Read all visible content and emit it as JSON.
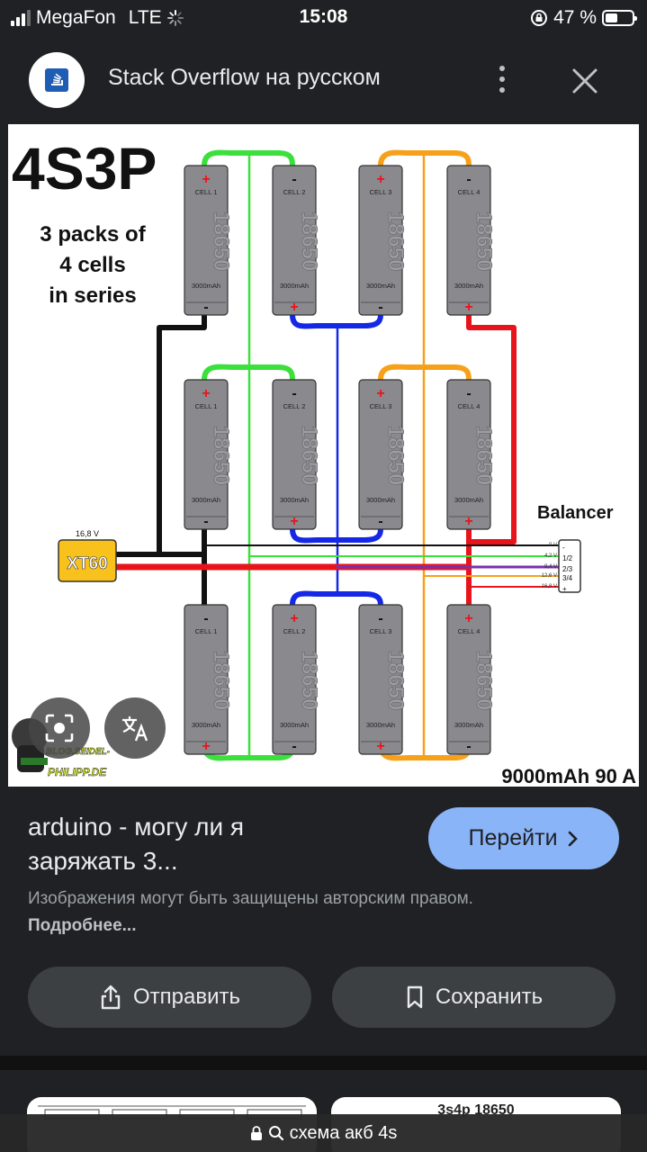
{
  "status": {
    "carrier": "MegaFon",
    "network": "LTE",
    "time": "15:08",
    "battery": "47 %",
    "battery_level": 0.47
  },
  "header": {
    "site_title": "Stack Overflow на русском"
  },
  "image": {
    "title": "4S3P",
    "subtitle_lines": [
      "3 packs of",
      "4 cells",
      "in series"
    ],
    "cell_labels": [
      "CELL 1",
      "CELL 2",
      "CELL 3",
      "CELL 4"
    ],
    "cell_model": "18650",
    "cell_capacity": "3000mAh",
    "plus": "+",
    "minus": "-",
    "connector": "XT60",
    "connector_voltage": "16,8 V",
    "balancer_label": "Balancer",
    "balancer_pins": [
      "-",
      "1/2",
      "2/3",
      "3/4",
      "+"
    ],
    "balancer_voltages": [
      "0 V",
      "4,2 V",
      "8,4 V",
      "12,6 V",
      "16,8 V"
    ],
    "capacity_text": "9000mAh 90 A",
    "watermark_lines": [
      "BLOG.SEIDEL-",
      "PHILIPP.DE"
    ],
    "wire_colors": {
      "black": "#111111",
      "red": "#e8141c",
      "green": "#3ce03c",
      "orange": "#f7a11a",
      "blue": "#1428e6",
      "purple": "#7a2fb0"
    }
  },
  "result": {
    "title_lines": [
      "arduino - могу ли я",
      "заряжать 3..."
    ],
    "go_label": "Перейти",
    "copyright_text": "Изображения могут быть защищены авторским правом.",
    "more_link": "Подробнее...",
    "share_label": "Отправить",
    "save_label": "Сохранить"
  },
  "thumbnails": {
    "second_caption": "3s4p 18650"
  },
  "url_bar": {
    "query": "схема акб 4s"
  },
  "colors": {
    "background": "#202124",
    "accent": "#8ab4f8",
    "chip": "#3c4043"
  }
}
